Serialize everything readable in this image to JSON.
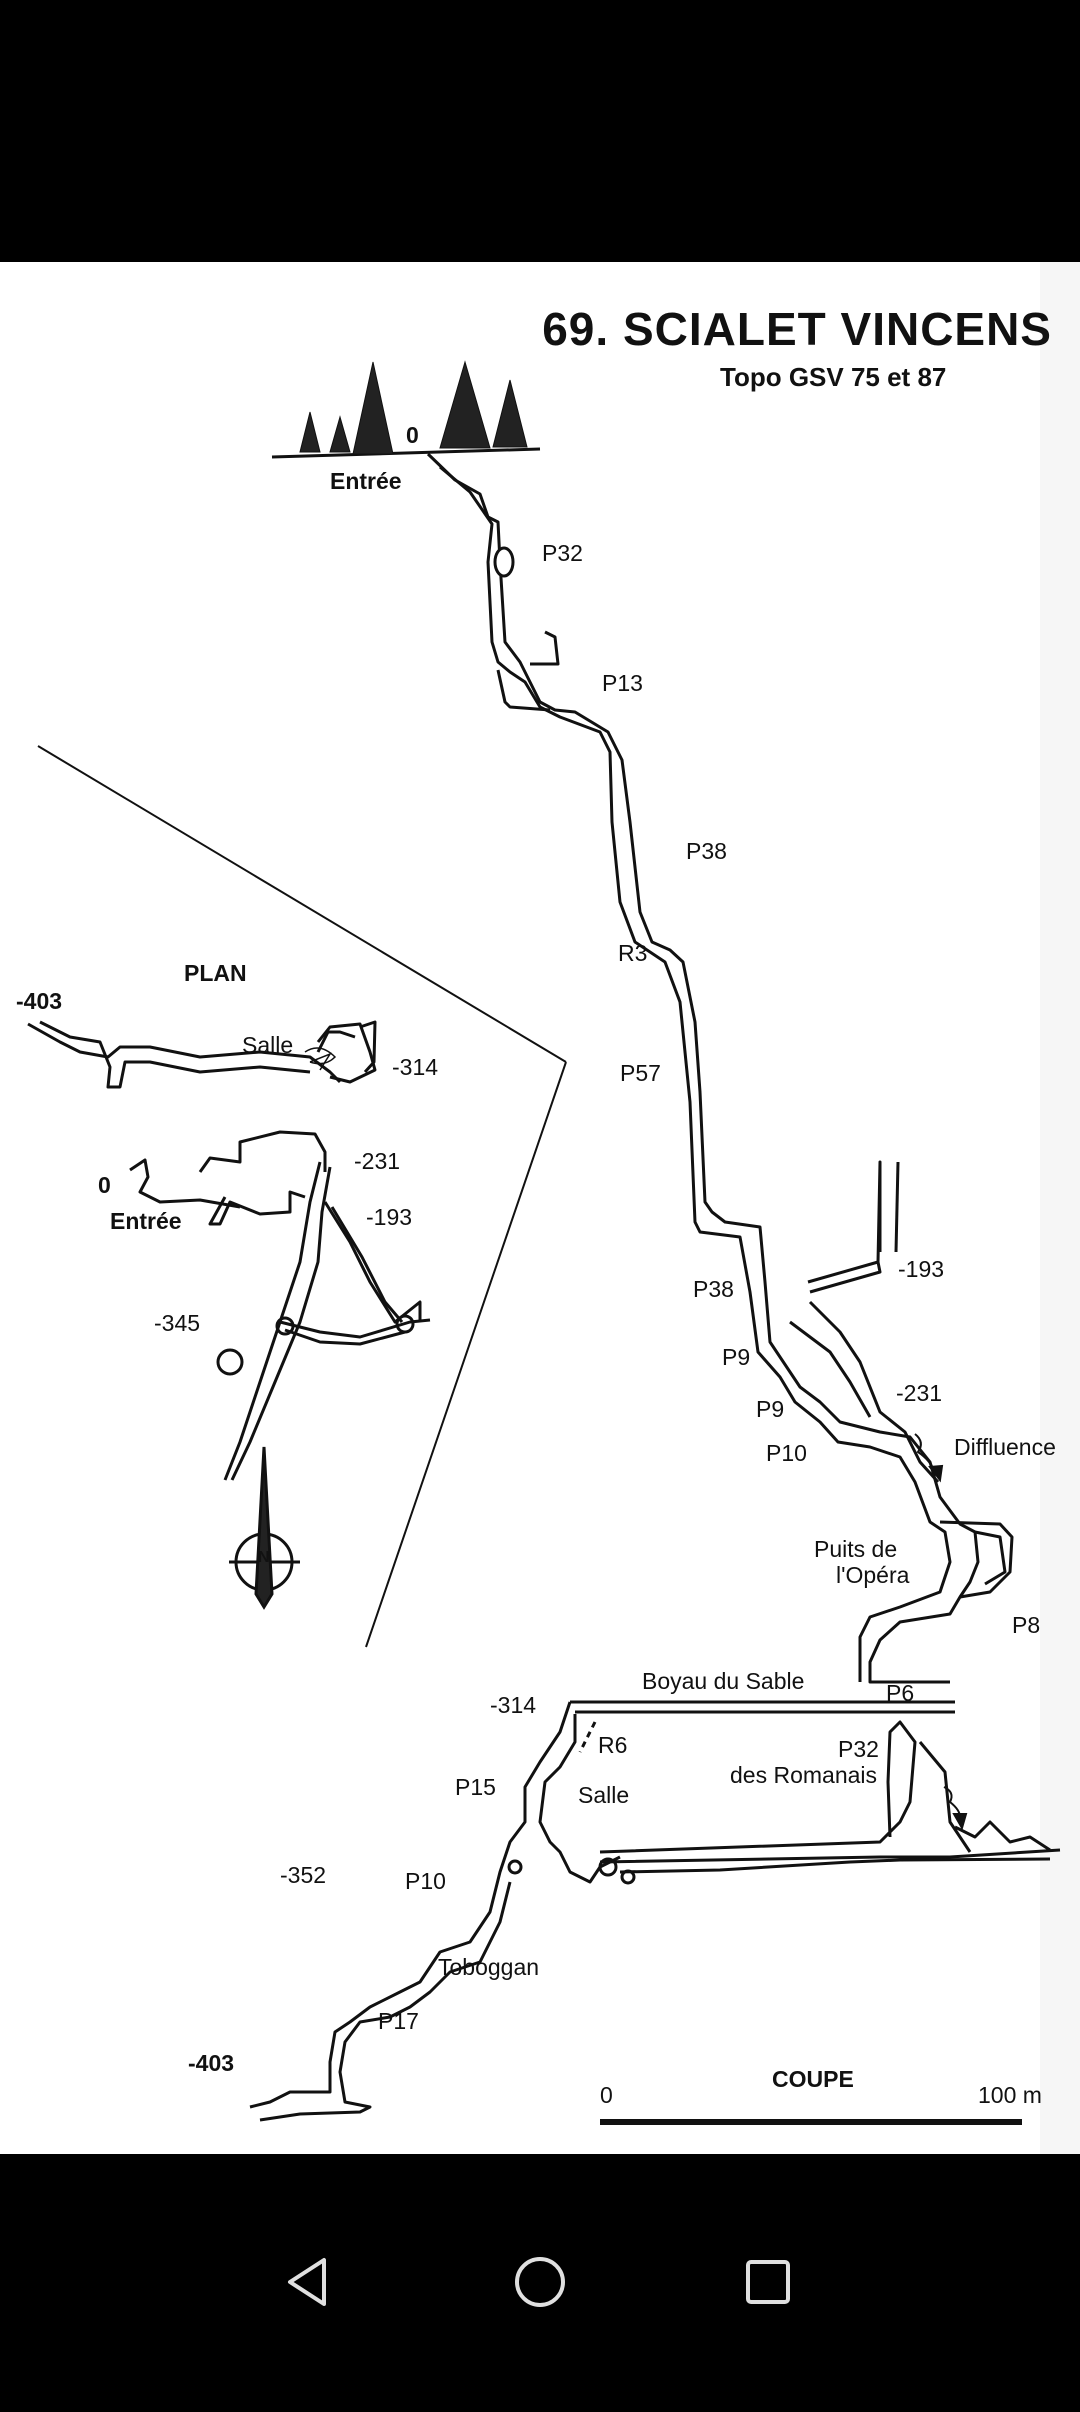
{
  "header": {
    "title": "69. SCIALET VINCENS",
    "subtitle": "Topo GSV 75 et 87"
  },
  "plan": {
    "heading": "PLAN",
    "labels": {
      "depth_403": "-403",
      "salle": "Salle",
      "depth_314": "-314",
      "depth_231": "-231",
      "zero": "0",
      "entree": "Entrée",
      "depth_193": "-193",
      "depth_345": "-345"
    }
  },
  "coupe": {
    "labels": {
      "zero_top": "0",
      "entree": "Entrée",
      "p32": "P32",
      "p13": "P13",
      "p38_a": "P38",
      "r3": "R3",
      "p57": "P57",
      "p38_b": "P38",
      "depth_193": "-193",
      "p9_a": "P9",
      "p9_b": "P9",
      "depth_231": "-231",
      "p10_a": "P10",
      "diffluence": "Diffluence",
      "puits_opera_1": "Puits de",
      "puits_opera_2": "l'Opéra",
      "p8": "P8",
      "boyau": "Boyau du Sable",
      "depth_314": "-314",
      "p6": "P6",
      "r6": "R6",
      "p32_b": "P32",
      "romanais": "des Romanais",
      "p15": "P15",
      "salle": "Salle",
      "depth_352": "-352",
      "p10_b": "P10",
      "toboggan": "Toboggan",
      "p17": "P17",
      "depth_403": "-403"
    },
    "heading": "COUPE",
    "scale_start": "0",
    "scale_end": "100 m"
  },
  "compass": {
    "north": "N"
  },
  "navbar": {
    "back_icon": "triangle-back",
    "home_icon": "circle-home",
    "recents_icon": "square-recents",
    "color": "#e0e0e0"
  }
}
